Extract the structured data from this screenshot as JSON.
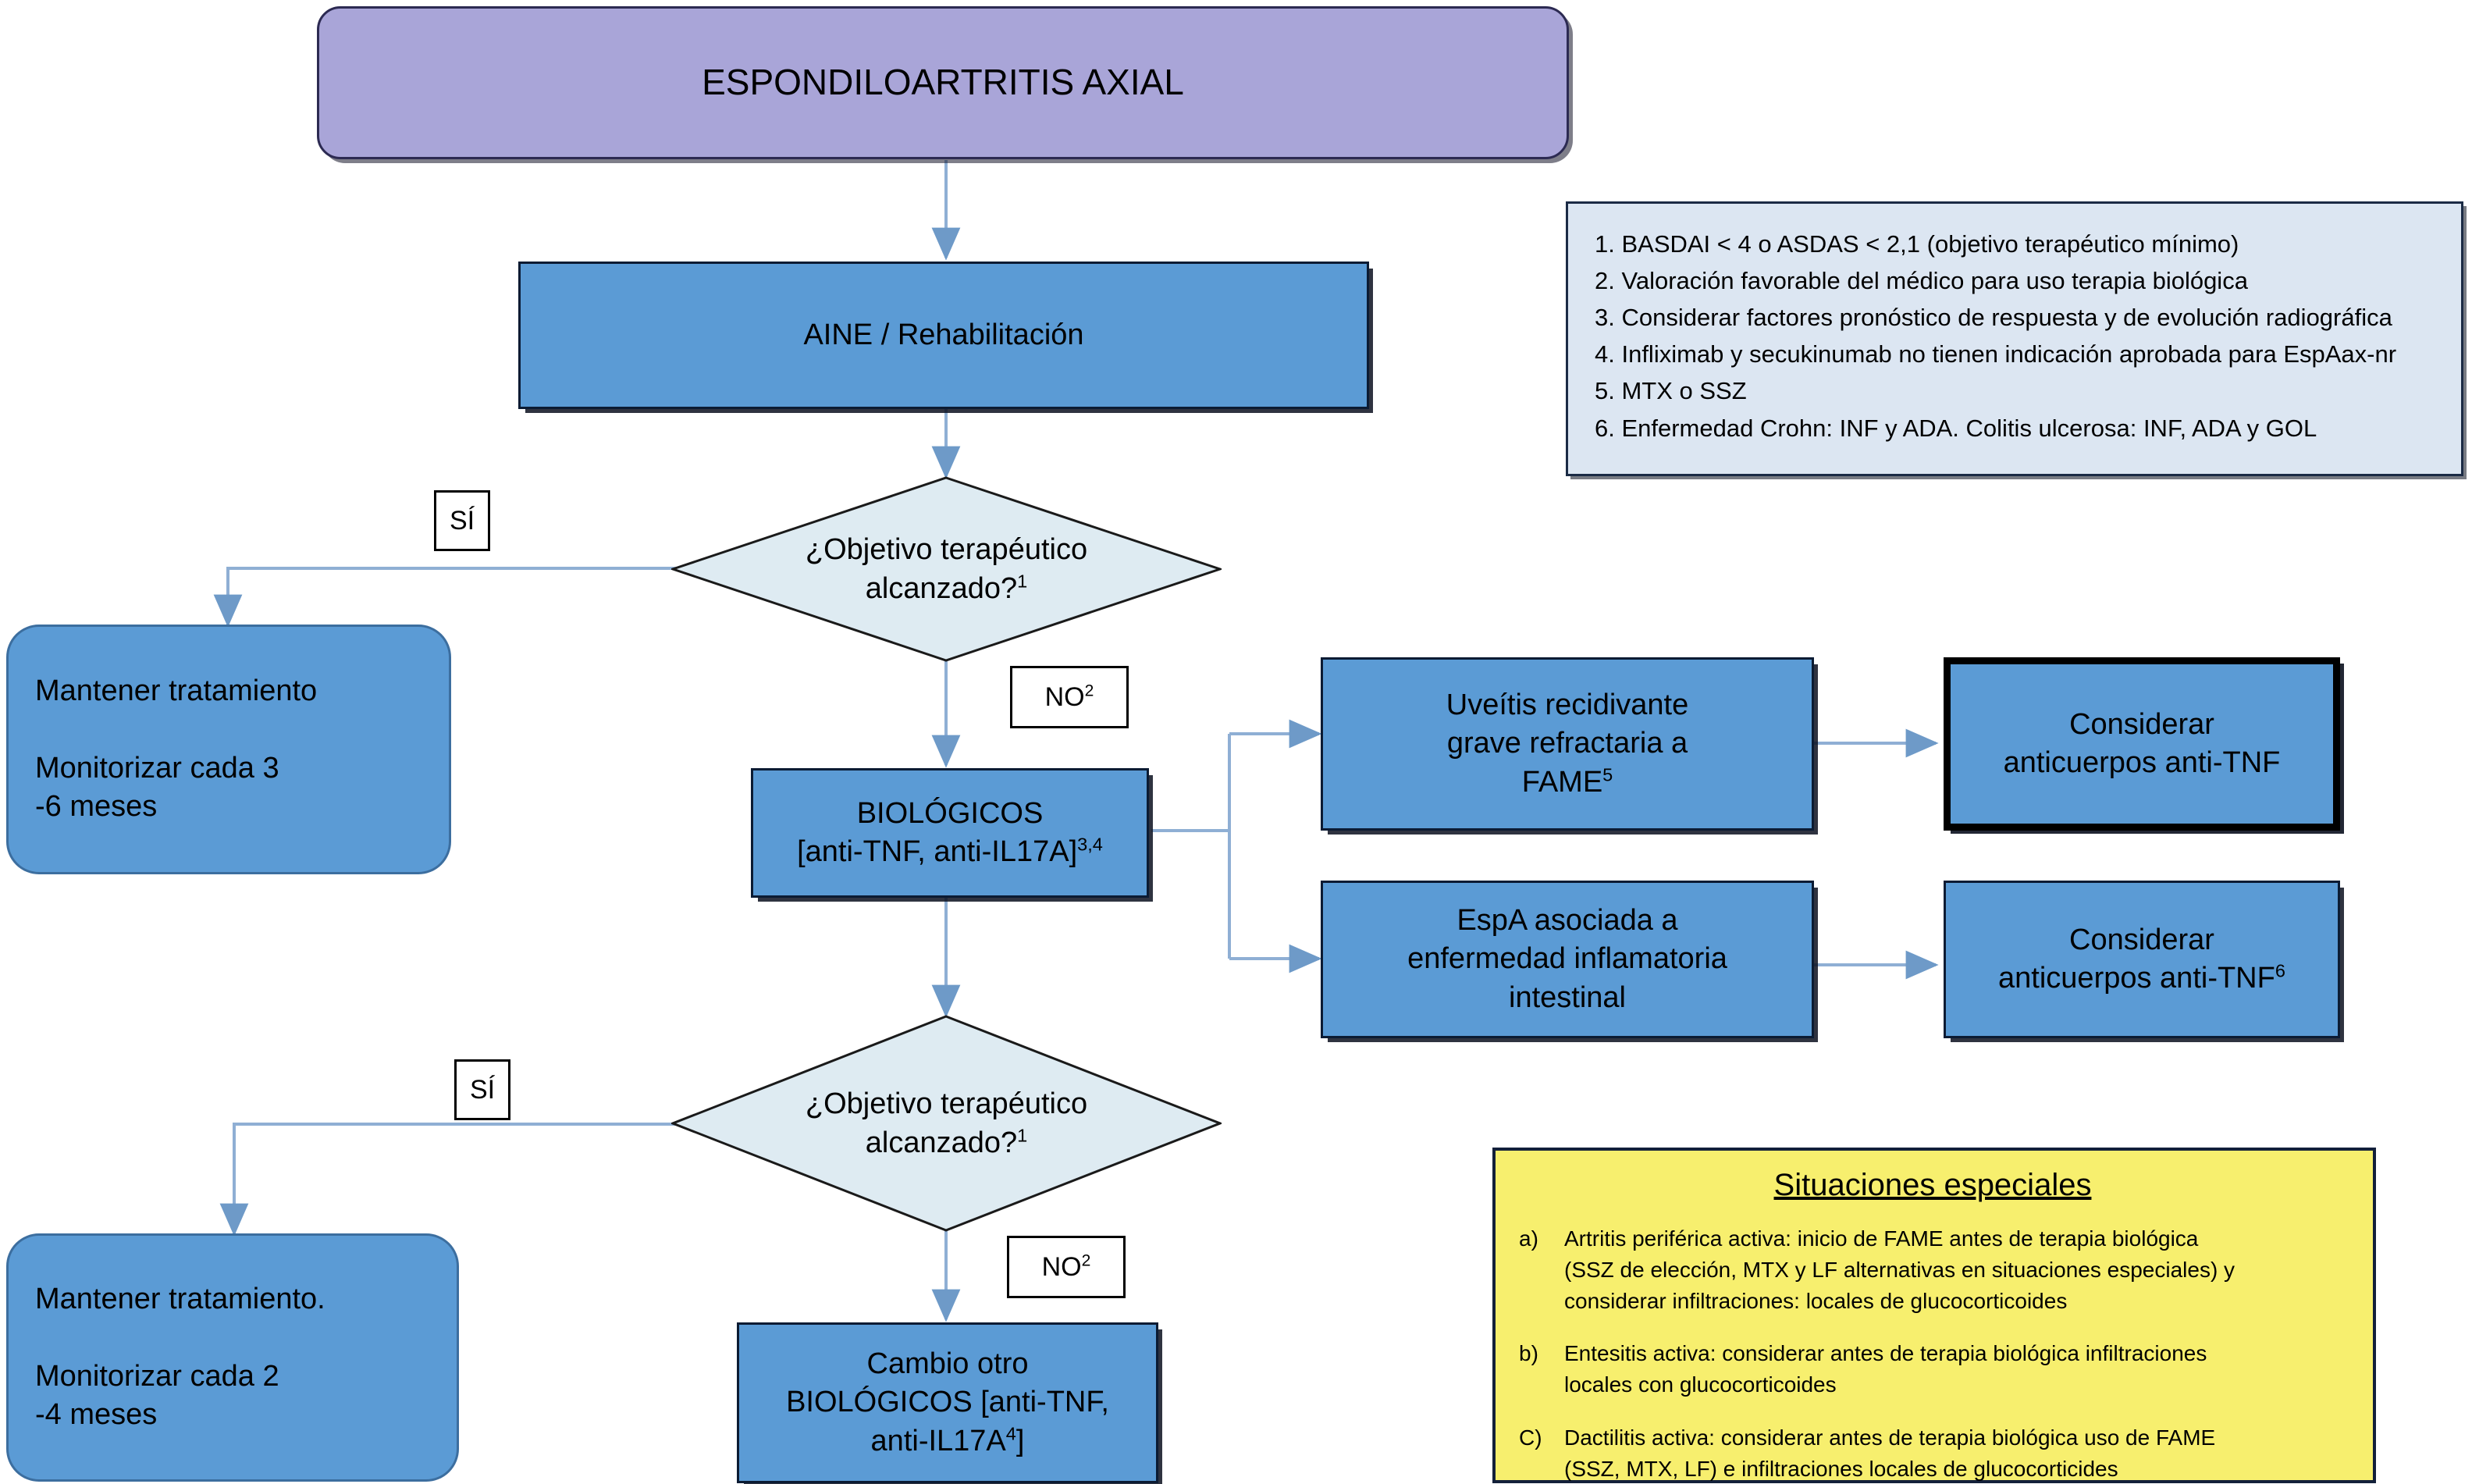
{
  "diagram": {
    "title": "ESPONDILOARTRITIS AXIAL",
    "type": "flowchart",
    "language": "es",
    "colors": {
      "title_fill": "#A9A5D8",
      "process_fill": "#5B9BD5",
      "decision_fill": "#DEEBF2",
      "legend_fill": "#DCE6F2",
      "special_fill": "#F7EF6E",
      "connector": "#8FAFD4",
      "border_dark": "#0B1B33"
    }
  },
  "nodes": {
    "title": "ESPONDILOARTRITIS AXIAL",
    "aine": "AINE / Rehabilitación",
    "decision1_line1": "¿Objetivo terapéutico",
    "decision1_line2": "alcanzado?",
    "decision1_sup": "1",
    "maintain1_line1": "Mantener tratamiento",
    "maintain1_line2": "Monitorizar cada 3",
    "maintain1_line3": "-6 meses",
    "biologics_line1": "BIOLÓGICOS",
    "biologics_line2": "[anti-TNF, anti-IL17A]",
    "biologics_sup": "3,4",
    "uveitis_line1": "Uveítis recidivante",
    "uveitis_line2": "grave refractaria a",
    "uveitis_line3": "FAME",
    "uveitis_sup": "5",
    "consider_tnf_line1": "Considerar",
    "consider_tnf_line2": "anticuerpos anti-TNF",
    "espa_line1": "EspA asociada a",
    "espa_line2": "enfermedad inflamatoria",
    "espa_line3": "intestinal",
    "consider_tnf6_line1": "Considerar",
    "consider_tnf6_line2": "anticuerpos anti-TNF",
    "consider_tnf6_sup": "6",
    "decision2_line1": "¿Objetivo terapéutico",
    "decision2_line2": "alcanzado?",
    "decision2_sup": "1",
    "maintain2_line1": "Mantener tratamiento.",
    "maintain2_line2": "Monitorizar cada 2",
    "maintain2_line3": "-4 meses",
    "switch_line1": "Cambio otro",
    "switch_line2": "BIOLÓGICOS [anti-TNF,",
    "switch_line3": "anti-IL17A",
    "switch_sup": "4",
    "switch_line3_tail": "]"
  },
  "edge_labels": {
    "yes1": "SÍ",
    "no1_text": "NO",
    "no1_sup": "2",
    "yes2": "SÍ",
    "no2_text": "NO",
    "no2_sup": "2"
  },
  "legend": {
    "items": [
      "1. BASDAI < 4 o ASDAS < 2,1 (objetivo terapéutico mínimo)",
      "2. Valoración favorable del médico para uso terapia biológica",
      "3. Considerar factores pronóstico de respuesta y de evolución radiográfica",
      "4. Infliximab y secukinumab no tienen indicación aprobada para EspAax-nr",
      "5. MTX o SSZ",
      "6. Enfermedad Crohn: INF y ADA. Colitis ulcerosa: INF, ADA y GOL"
    ]
  },
  "special": {
    "heading": "Situaciones especiales",
    "items": [
      {
        "marker": "a)",
        "lines": [
          "Artritis periférica activa: inicio de FAME antes de terapia biológica",
          "(SSZ de elección, MTX y LF alternativas en situaciones especiales) y",
          "considerar infiltraciones: locales de glucocorticoides"
        ]
      },
      {
        "marker": "b)",
        "lines": [
          "Entesitis activa: considerar antes de terapia biológica infiltraciones",
          "locales con glucocorticoides"
        ]
      },
      {
        "marker": "C)",
        "lines": [
          "Dactilitis activa: considerar antes de terapia biológica uso de FAME",
          "(SSZ, MTX, LF) e infiltraciones locales de glucocorticides"
        ]
      }
    ]
  }
}
